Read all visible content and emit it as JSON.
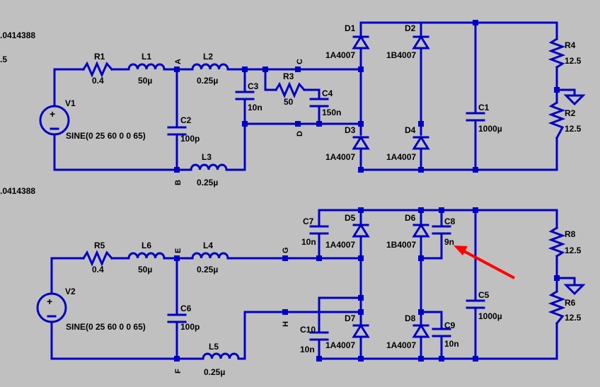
{
  "window": {
    "title": "LTspice schematic"
  },
  "colors": {
    "wire": "#0000c8",
    "background": "#c0c0c0",
    "text": "#000000",
    "arrow": "#ff0000"
  },
  "clipped_texts": {
    "top_left_value": ".0414388",
    "top_left_small": ".5",
    "mid_left_value": ".0414388"
  },
  "top": {
    "V1": {
      "name": "V1",
      "value": "SINE(0 25 60 0 0 65)"
    },
    "R1": {
      "name": "R1",
      "value": "0.4"
    },
    "L1": {
      "name": "L1",
      "value": "50µ"
    },
    "L2": {
      "name": "L2",
      "value": "0.25µ"
    },
    "L3": {
      "name": "L3",
      "value": "0.25µ"
    },
    "C2": {
      "name": "C2",
      "value": "100p"
    },
    "C3": {
      "name": "C3",
      "value": "10n"
    },
    "R3": {
      "name": "R3",
      "value": "50"
    },
    "C4": {
      "name": "C4",
      "value": "150n"
    },
    "D1": {
      "name": "D1",
      "value": "1A4007"
    },
    "D2": {
      "name": "D2",
      "value": "1B4007"
    },
    "D3": {
      "name": "D3",
      "value": "1A4007"
    },
    "D4": {
      "name": "D4",
      "value": "1A4007"
    },
    "C1": {
      "name": "C1",
      "value": "1000µ"
    },
    "R4": {
      "name": "R4",
      "value": "12.5"
    },
    "R2": {
      "name": "R2",
      "value": "12.5"
    },
    "nodes": {
      "A": "A",
      "B": "B",
      "C": "C",
      "D": "D"
    }
  },
  "bottom": {
    "V2": {
      "name": "V2",
      "value": "SINE(0 25 60 0 0 65)"
    },
    "R5": {
      "name": "R5",
      "value": "0.4"
    },
    "L6": {
      "name": "L6",
      "value": "50µ"
    },
    "L4": {
      "name": "L4",
      "value": "0.25µ"
    },
    "L5": {
      "name": "L5",
      "value": "0.25µ"
    },
    "C6": {
      "name": "C6",
      "value": "100p"
    },
    "C7": {
      "name": "C7",
      "value": "10n"
    },
    "C10": {
      "name": "C10",
      "value": "10n"
    },
    "D5": {
      "name": "D5",
      "value": "1A4007"
    },
    "D6": {
      "name": "D6",
      "value": "1B4007"
    },
    "D7": {
      "name": "D7",
      "value": "1A4007"
    },
    "D8": {
      "name": "D8",
      "value": "1A4007"
    },
    "C8": {
      "name": "C8",
      "value": "9n"
    },
    "C9": {
      "name": "C9",
      "value": "10n"
    },
    "C5": {
      "name": "C5",
      "value": "1000µ"
    },
    "R8": {
      "name": "R8",
      "value": "12.5"
    },
    "R6": {
      "name": "R6",
      "value": "12.5"
    },
    "nodes": {
      "E": "E",
      "F": "F",
      "G": "G",
      "H": "H"
    }
  }
}
